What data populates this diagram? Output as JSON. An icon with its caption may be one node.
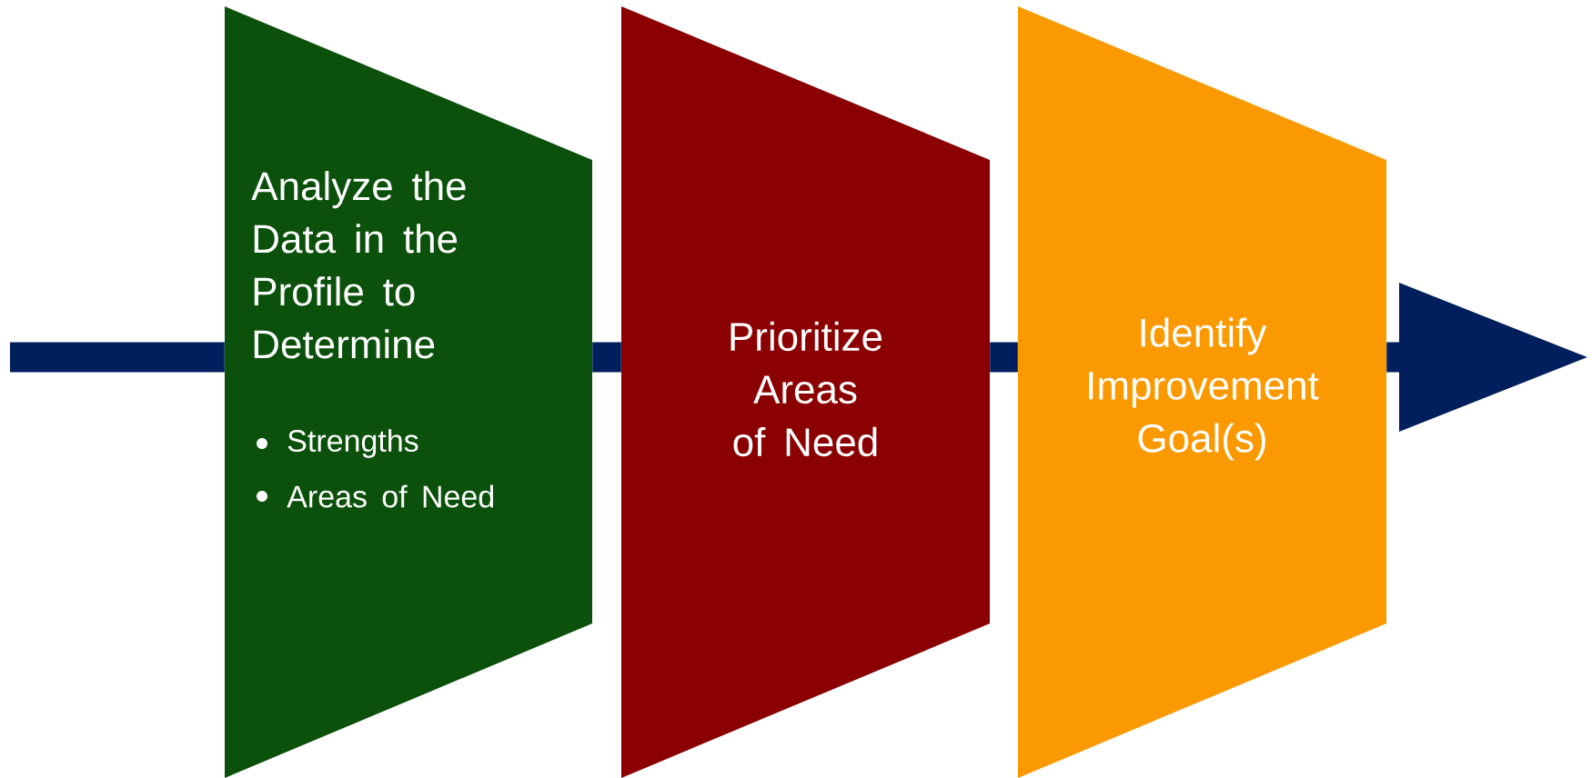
{
  "diagram": {
    "nodes": [
      {
        "text": [
          "Analyze the Data in the Profile to Determine",
          "Strengths",
          "Areas of Need"
        ]
      },
      {
        "text": [
          "Prioritize Areas of Need"
        ]
      },
      {
        "text": [
          "Identify Improvement Goal(s)"
        ]
      }
    ],
    "edges": [
      {
        "from": null,
        "to": 0,
        "arrow": "none"
      },
      {
        "from": 0,
        "to": 1,
        "arrow": "none"
      },
      {
        "from": 1,
        "to": 2,
        "arrow": "none"
      },
      {
        "from": 2,
        "to": null,
        "arrow": "to"
      }
    ]
  }
}
